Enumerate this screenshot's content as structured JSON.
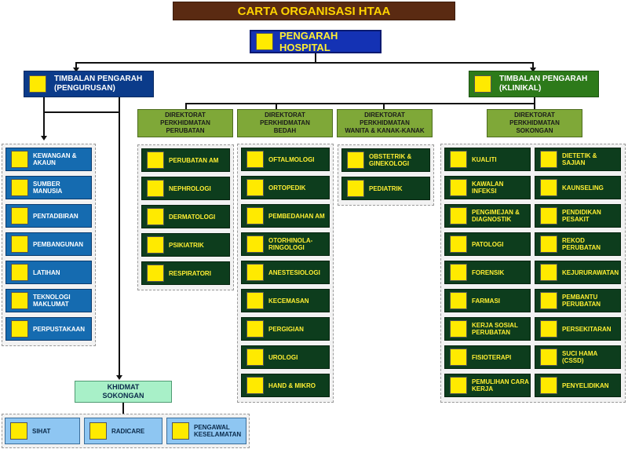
{
  "title": "CARTA ORGANISASI HTAA",
  "director": "PENGARAH HOSPITAL",
  "deputy_admin": {
    "line1": "TIMBALAN PENGARAH",
    "line2": "(PENGURUSAN)"
  },
  "deputy_clinical": {
    "line1": "TIMBALAN PENGARAH",
    "line2": "(KLINIKAL)"
  },
  "admin_units": [
    {
      "label": "KEWANGAN & AKAUN"
    },
    {
      "label": "SUMBER MANUSIA"
    },
    {
      "label": "PENTADBIRAN"
    },
    {
      "label": "PEMBANGUNAN"
    },
    {
      "label": "LATIHAN"
    },
    {
      "label": "TEKNOLOGI MAKLUMAT"
    },
    {
      "label": "PERPUSTAKAAN"
    }
  ],
  "directorates": [
    {
      "line1": "DIREKTORAT",
      "line2": "PERKHIDMATAN",
      "line3": "PERUBATAN"
    },
    {
      "line1": "DIREKTORAT",
      "line2": "PERKHIDMATAN",
      "line3": "BEDAH"
    },
    {
      "line1": "DIREKTORAT",
      "line2": "PERKHIDMATAN",
      "line3": "WANITA & KANAK-KANAK"
    },
    {
      "line1": "DIREKTORAT",
      "line2": "PERKHIDMATAN",
      "line3": "SOKONGAN"
    }
  ],
  "medical": [
    {
      "label": "PERUBATAN AM"
    },
    {
      "label": "NEPHROLOGI"
    },
    {
      "label": "DERMATOLOGI"
    },
    {
      "label": "PSIKIATRIK"
    },
    {
      "label": "RESPIRATORI"
    }
  ],
  "surgical": [
    {
      "label": "OFTALMOLOGI"
    },
    {
      "label": "ORTOPEDIK"
    },
    {
      "label": "PEMBEDAHAN AM"
    },
    {
      "label": "OTORHINOLA-RINGOLOGI"
    },
    {
      "label": "ANESTESIOLOGI"
    },
    {
      "label": "KECEMASAN"
    },
    {
      "label": "PERGIGIAN"
    },
    {
      "label": "UROLOGI"
    },
    {
      "label": "HAND & MIKRO"
    }
  ],
  "women_children": [
    {
      "label": "OBSTETRIK & GINEKOLOGI"
    },
    {
      "label": "PEDIATRIK"
    }
  ],
  "support_left": [
    {
      "label": "KUALITI"
    },
    {
      "label": "KAWALAN INFEKSI"
    },
    {
      "label": "PENGIMEJAN & DIAGNOSTIK"
    },
    {
      "label": "PATOLOGI"
    },
    {
      "label": "FORENSIK"
    },
    {
      "label": "FARMASI"
    },
    {
      "label": "KERJA SOSIAL PERUBATAN"
    },
    {
      "label": "FISIOTERAPI"
    },
    {
      "label": "PEMULIHAN CARA KERJA"
    }
  ],
  "support_right": [
    {
      "label": "DIETETIK & SAJIAN"
    },
    {
      "label": "KAUNSELING"
    },
    {
      "label": "PENDIDIKAN PESAKIT"
    },
    {
      "label": "REKOD PERUBATAN"
    },
    {
      "label": "KEJURURAWATAN"
    },
    {
      "label": "PEMBANTU PERUBATAN"
    },
    {
      "label": "PERSEKITARAN"
    },
    {
      "label": "SUCI HAMA (CSSD)"
    },
    {
      "label": "PENYELIDIKAN"
    }
  ],
  "support_services": {
    "line1": "KHIDMAT",
    "line2": "SOKONGAN"
  },
  "bottom_units": [
    {
      "label": "SIHAT"
    },
    {
      "label": "RADICARE"
    },
    {
      "label": "PENGAWAL KESELAMATAN"
    }
  ],
  "colors": {
    "title_bg": "#5a2a12",
    "director_bg": "#1432b4",
    "admin_blue": "#156bb0",
    "dept_green": "#0d3d1d",
    "header_green": "#7fa838",
    "square_yellow": "#ffea00"
  }
}
